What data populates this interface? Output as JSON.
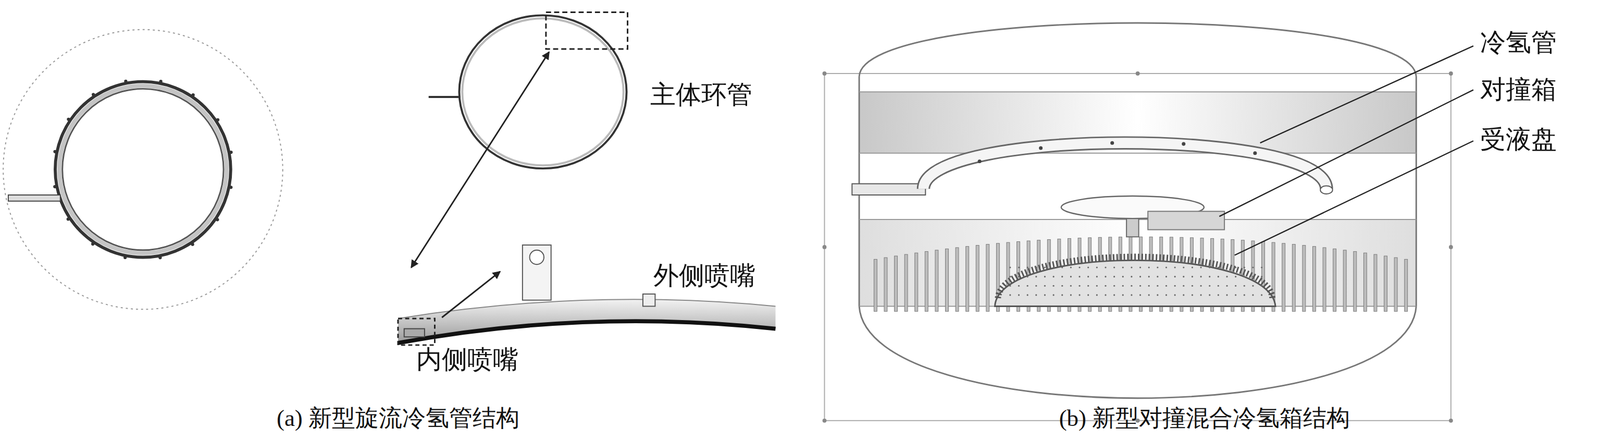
{
  "diagram": {
    "labels": [
      "主体环管",
      "外侧喷嘴",
      "内侧喷嘴",
      "(a) 新型旋流冷氢管结构",
      "冷氢管",
      "对撞箱",
      "受液盘",
      "(b) 新型对撞混合冷氢箱结构"
    ]
  }
}
